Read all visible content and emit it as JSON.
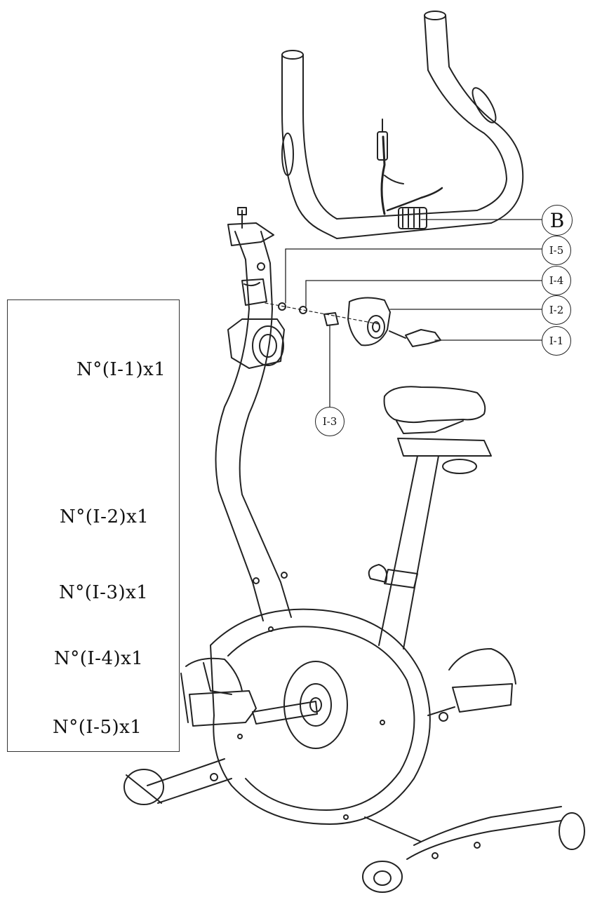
{
  "callouts": {
    "b": "B",
    "i5": "I-5",
    "i4": "I-4",
    "i2": "I-2",
    "i1": "I-1",
    "i3": "I-3"
  },
  "parts_list": {
    "i1": "N°(I-1)x1",
    "i2": "N°(I-2)x1",
    "i3": "N°(I-3)x1",
    "i4": "N°(I-4)x1",
    "i5": "N°(I-5)x1"
  }
}
